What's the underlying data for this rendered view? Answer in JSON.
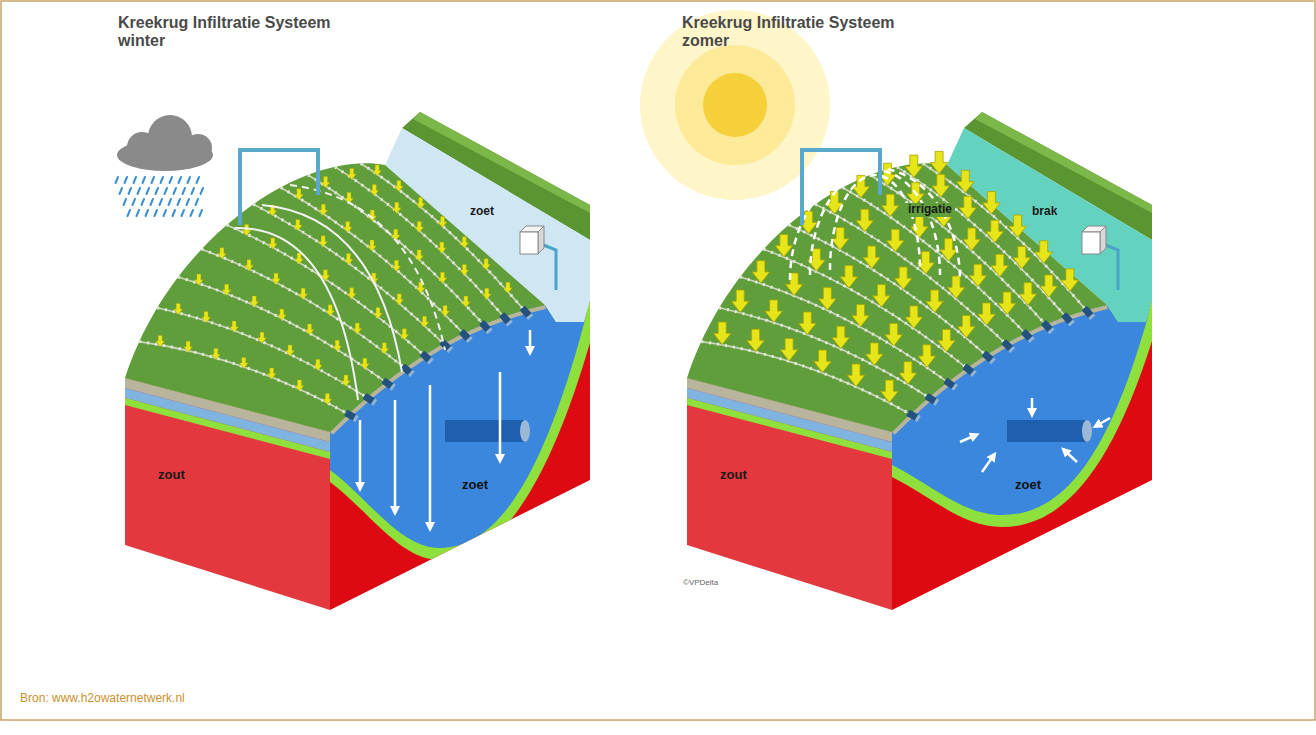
{
  "diagram": {
    "caption": "Bron: www.h2owaternetwerk.nl",
    "labels": [
      "Kreekrug Infiltratie Systeem winter",
      "zoet",
      "zout",
      "zoet",
      "Kreekrug Infiltratie Systeem zomer",
      "brak",
      "irrigatie",
      "zout",
      "zoet",
      "©VPDelta"
    ]
  }
}
